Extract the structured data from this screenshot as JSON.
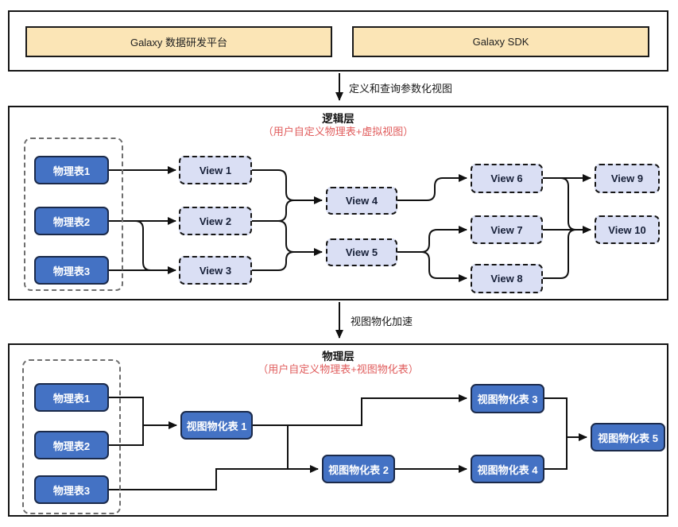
{
  "top_section": {
    "platform_label": "Galaxy 数据研发平台",
    "sdk_label": "Galaxy SDK"
  },
  "flow_arrows": {
    "top_to_logical": "定义和查询参数化视图",
    "logical_to_physical": "视图物化加速"
  },
  "logical_layer": {
    "title": "逻辑层",
    "subtitle": "（用户自定义物理表+虚拟视图）",
    "tables": [
      "物理表1",
      "物理表2",
      "物理表3"
    ],
    "views": [
      "View 1",
      "View 2",
      "View 3",
      "View 4",
      "View 5",
      "View 6",
      "View 7",
      "View 8",
      "View 9",
      "View 10"
    ],
    "edges": [
      "物理表1→View 1",
      "物理表2→View 2",
      "物理表2→View 3",
      "物理表3→View 3",
      "View 1→View 4",
      "View 2→View 4",
      "View 2→View 5",
      "View 3→View 5",
      "View 4→View 6",
      "View 5→View 7",
      "View 5→View 8",
      "View 6→View 9",
      "View 6→View 10",
      "View 7→View 10",
      "View 8→View 10"
    ]
  },
  "physical_layer": {
    "title": "物理层",
    "subtitle": "（用户自定义物理表+视图物化表）",
    "tables": [
      "物理表1",
      "物理表2",
      "物理表3"
    ],
    "materialized": [
      "视图物化表 1",
      "视图物化表 2",
      "视图物化表 3",
      "视图物化表 4",
      "视图物化表 5"
    ],
    "edges": [
      "物理表1→视图物化表 1",
      "物理表2→视图物化表 1",
      "视图物化表 1→视图物化表 3",
      "视图物化表 1→视图物化表 2",
      "物理表3→视图物化表 2",
      "视图物化表 2→视图物化表 4",
      "视图物化表 3→视图物化表 5",
      "视图物化表 4→视图物化表 5"
    ]
  },
  "colors": {
    "table_fill": "#4472c4",
    "table_border": "#1b2a4a",
    "view_fill": "#dadff4",
    "cream_fill": "#fbe5b6",
    "line": "#111111",
    "subtitle_red": "#e05c5c",
    "background": "#ffffff"
  }
}
